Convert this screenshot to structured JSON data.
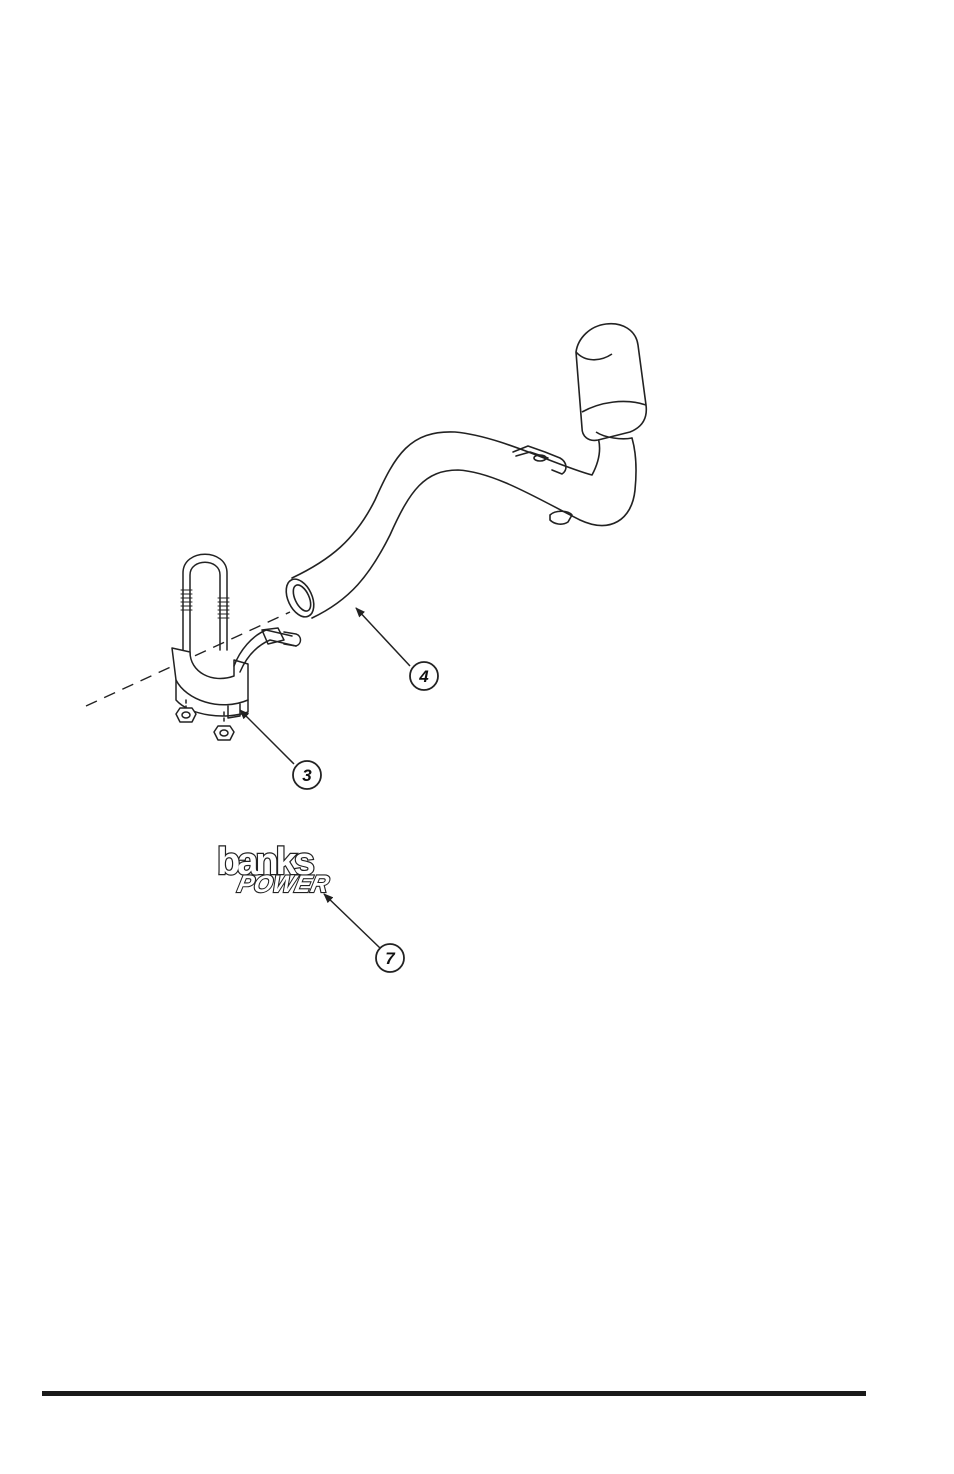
{
  "figure": {
    "callouts": [
      {
        "id": "callout-3",
        "label": "3",
        "part": "u-bolt-hanger-clamp"
      },
      {
        "id": "callout-4",
        "label": "4",
        "part": "tailpipe"
      },
      {
        "id": "callout-7",
        "label": "7",
        "part": "banks-power-decal"
      }
    ],
    "logo": {
      "word1": "banks",
      "word2": "POWER"
    }
  },
  "colors": {
    "line": "#222222",
    "background": "#ffffff",
    "rule": "#1a1a1a"
  }
}
